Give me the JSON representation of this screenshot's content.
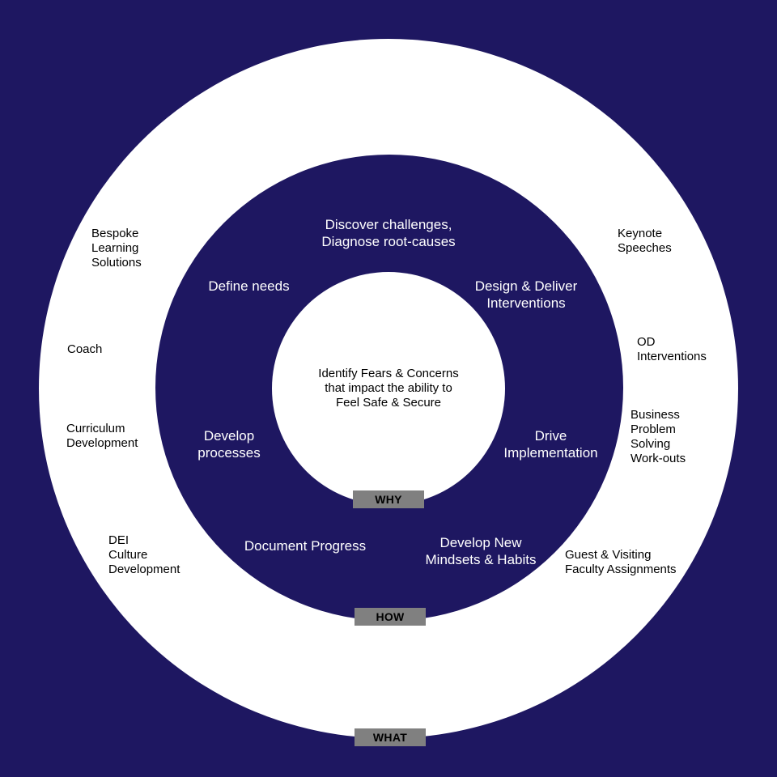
{
  "layers": {
    "what": {
      "tag": "WHAT",
      "items": [
        "Bespoke\nLearning\nSolutions",
        "Keynote\nSpeeches",
        "Coach",
        "OD\nInterventions",
        "Curriculum\nDevelopment",
        "Business\nProblem\nSolving\nWork-outs",
        "DEI\nCulture\nDevelopment",
        "Guest & Visiting\nFaculty Assignments"
      ]
    },
    "how": {
      "tag": "HOW",
      "items": [
        "Discover challenges,\nDiagnose root-causes",
        "Define needs",
        "Design & Deliver\nInterventions",
        "Develop\nprocesses",
        "Drive\nImplementation",
        "Document Progress",
        "Develop New\nMindsets & Habits"
      ]
    },
    "why": {
      "tag": "WHY",
      "text": "Identify Fears & Concerns\nthat impact the ability to\nFeel Safe & Secure"
    }
  },
  "colors": {
    "background": "#1e1761",
    "ring_light": "#ffffff",
    "tag_fill": "#808080"
  }
}
